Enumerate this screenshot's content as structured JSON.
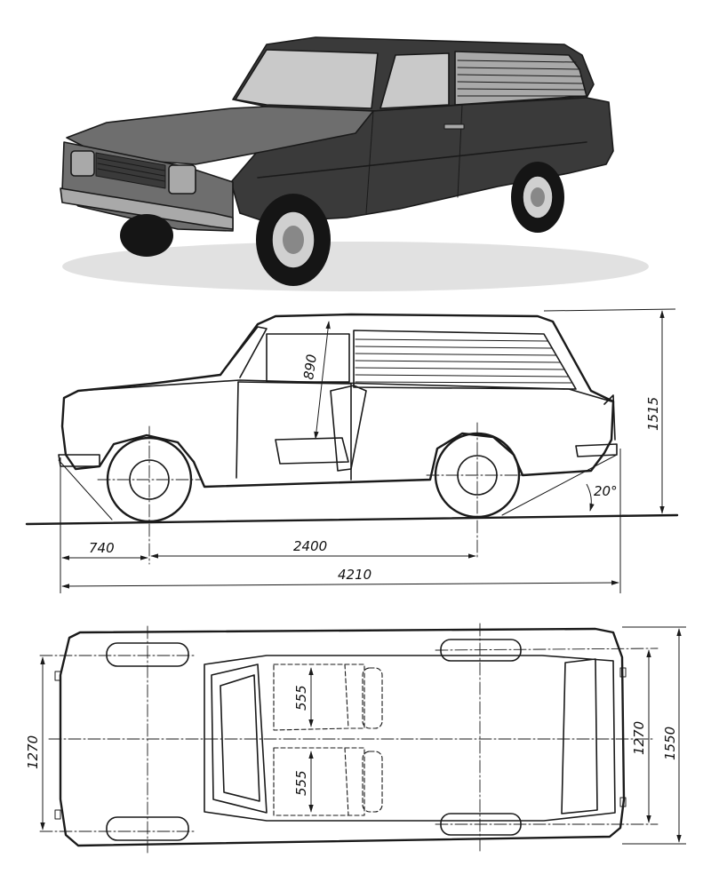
{
  "dimensions": {
    "front_overhang": "740",
    "wheelbase": "2400",
    "overall_length": "4210",
    "overall_height": "1515",
    "seat_headroom": "890",
    "departure_angle": "20°",
    "front_track": "1270",
    "rear_track": "1270",
    "overall_width": "1550",
    "seat_width_upper": "555",
    "seat_width_lower": "555"
  },
  "colors": {
    "line": "#1a1a1a",
    "body_dark": "#3a3a3a",
    "body_mid": "#6e6e6e",
    "background": "#ffffff"
  }
}
